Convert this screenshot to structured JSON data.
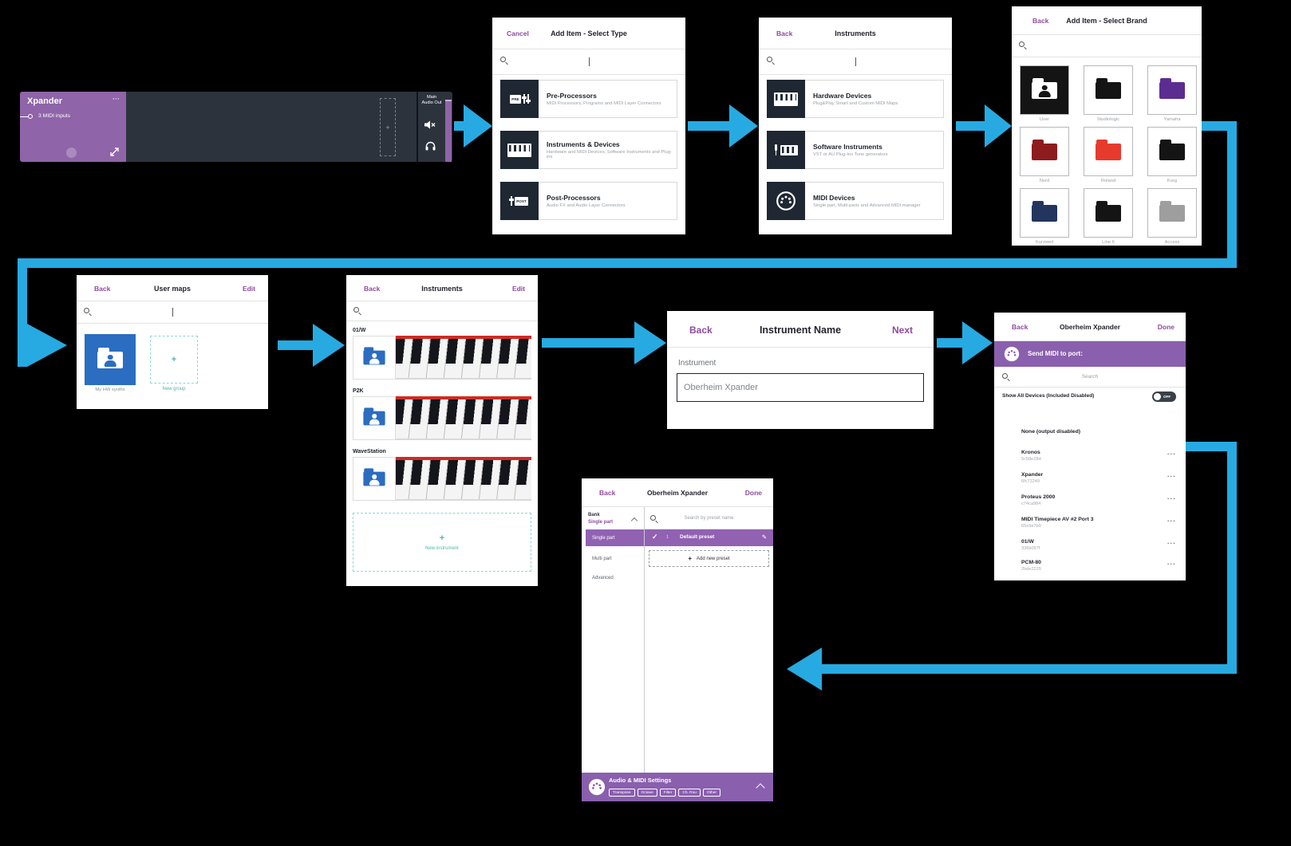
{
  "colors": {
    "arrow": "#27AAE1",
    "accent_purple": "#8E4A9E",
    "panel_purple": "#8A5FAE",
    "card_purple": "#8F64A8",
    "blue_tile": "#2B6DC0",
    "teal": "#4DB6AC",
    "tile_dark": "#1E2732",
    "white": "#FFFFFF"
  },
  "rack": {
    "title": "Xpander",
    "menu_glyph": "···",
    "input_label": "3 MIDI inputs",
    "plus": "+",
    "out_label_1": "Main",
    "out_label_2": "Audio Out"
  },
  "select_type": {
    "cancel": "Cancel",
    "title": "Add Item - Select Type",
    "items": [
      {
        "name": "Pre-Processors",
        "desc": "MIDI Processors, Programs and MIDI Layer Connectors",
        "icon_text": "PRE"
      },
      {
        "name": "Instruments & Devices",
        "desc": "Hardware and MIDI Devices, Software Instruments and Plug-ins",
        "icon_text": ""
      },
      {
        "name": "Post-Processors",
        "desc": "Audio FX and Audio Layer Connectors",
        "icon_text": "POST"
      }
    ]
  },
  "category": {
    "back": "Back",
    "title": "Instruments",
    "items": [
      {
        "name": "Hardware Devices",
        "desc": "Plug&Play Smart and Custom MIDI Maps"
      },
      {
        "name": "Software Instruments",
        "desc": "VST or AU Plug-Ins Tone generators"
      },
      {
        "name": "MIDI Devices",
        "desc": "Single part, Multi-parts and Advanced MIDI manager"
      }
    ]
  },
  "brands": {
    "back": "Back",
    "title": "Add Item - Select Brand",
    "items": [
      {
        "label": "User",
        "tile": "#141414",
        "folder": "#FFFFFF"
      },
      {
        "label": "Studiologic",
        "tile": "#FFFFFF",
        "folder": "#141414"
      },
      {
        "label": "Yamaha",
        "tile": "#FFFFFF",
        "folder": "#5C2D91"
      },
      {
        "label": "Nord",
        "tile": "#FFFFFF",
        "folder": "#8E1B1E"
      },
      {
        "label": "Roland",
        "tile": "#FFFFFF",
        "folder": "#E63A2E"
      },
      {
        "label": "Korg",
        "tile": "#FFFFFF",
        "folder": "#141414"
      },
      {
        "label": "Kurzweil",
        "tile": "#FFFFFF",
        "folder": "#21355F"
      },
      {
        "label": "Line 6",
        "tile": "#FFFFFF",
        "folder": "#141414"
      },
      {
        "label": "Access",
        "tile": "#FFFFFF",
        "folder": "#9E9E9E"
      }
    ]
  },
  "user_maps": {
    "back": "Back",
    "title": "User maps",
    "edit": "Edit",
    "group_label": "My HW synths",
    "new_group": "New group",
    "plus": "+"
  },
  "inst_list": {
    "back": "Back",
    "title": "Instruments",
    "edit": "Edit",
    "sections": [
      {
        "label": "01/W"
      },
      {
        "label": "P2K"
      },
      {
        "label": "WaveStation"
      }
    ],
    "new_instrument": "New instrument",
    "plus": "+"
  },
  "inst_name": {
    "back": "Back",
    "title": "Instrument Name",
    "next": "Next",
    "field_label": "Instrument",
    "field_value": "Oberheim Xpander"
  },
  "midi_port": {
    "back": "Back",
    "title": "Oberheim Xpander",
    "done": "Done",
    "banner": "Send MIDI to port:",
    "search_placeholder": "Search",
    "show_all_label": "Show All Devices (Included Disabled)",
    "toggle_label": "OFF",
    "more_glyph": "···",
    "devices": [
      {
        "name": "None (output disabled)",
        "id": ""
      },
      {
        "name": "Kronos",
        "id": "5c58e28d"
      },
      {
        "name": "Xpander",
        "id": "6fc72249"
      },
      {
        "name": "Proteus 2000",
        "id": "c74ca984"
      },
      {
        "name": "MIDI Timepiece AV #2 Port 3",
        "id": "65e9e7b9"
      },
      {
        "name": "01/W",
        "id": "336b097f"
      },
      {
        "name": "PCM-80",
        "id": "2bde2225"
      }
    ]
  },
  "presets": {
    "back": "Back",
    "title": "Oberheim Xpander",
    "done": "Done",
    "bank_label": "Bank",
    "bank_value": "Single part",
    "banks": [
      {
        "label": "Single part"
      },
      {
        "label": "Multi part"
      },
      {
        "label": "Advanced"
      }
    ],
    "search_placeholder": "Search by preset name",
    "check_glyph": "✓",
    "preset_number": "1",
    "preset_name": "Default preset",
    "edit_glyph": "✎",
    "plus": "+",
    "add_preset": "Add new preset",
    "footer_title": "Audio & MIDI Settings",
    "footer_buttons": [
      {
        "label": "Transpose"
      },
      {
        "label": "Octave"
      },
      {
        "label": "Filter"
      },
      {
        "label": "Ch. Rou"
      },
      {
        "label": "Other"
      }
    ]
  }
}
